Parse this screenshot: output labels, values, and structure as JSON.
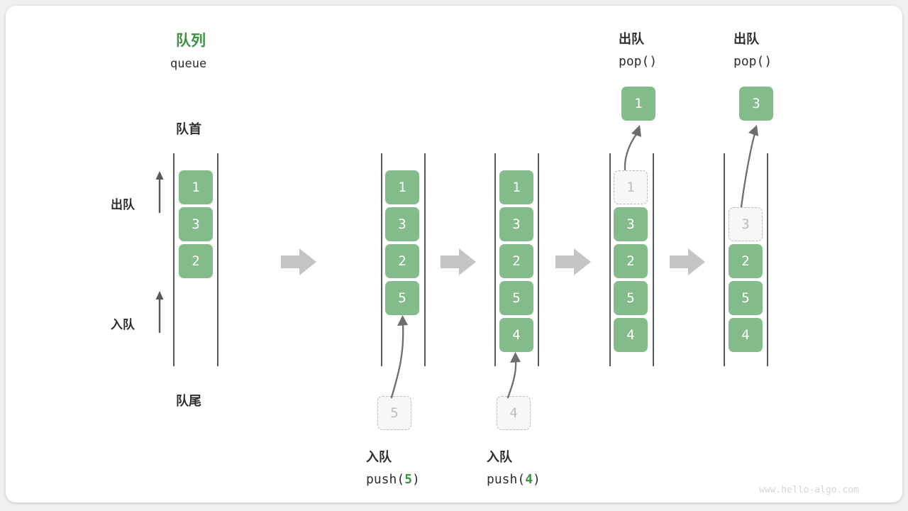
{
  "diagram": {
    "title_zh": "队列",
    "title_en": "queue",
    "front_label": "队首",
    "rear_label": "队尾",
    "dequeue_side_label": "出队",
    "enqueue_side_label": "入队",
    "watermark": "www.hello-algo.com",
    "accent_color": "#3f9142",
    "element_color": "#83bb8a",
    "ghost_color": "#f7f7f7",
    "rail_color": "#555b5a",
    "step_arrow_color": "#c4c4c4"
  },
  "panels": [
    {
      "id": "initial",
      "cells": [
        {
          "value": "1",
          "state": "filled"
        },
        {
          "value": "3",
          "state": "filled"
        },
        {
          "value": "2",
          "state": "filled"
        }
      ]
    },
    {
      "id": "push-5",
      "cells": [
        {
          "value": "1",
          "state": "filled"
        },
        {
          "value": "3",
          "state": "filled"
        },
        {
          "value": "2",
          "state": "filled"
        },
        {
          "value": "5",
          "state": "filled"
        }
      ],
      "incoming": {
        "value": "5",
        "state": "ghost"
      },
      "caption_zh": "入队",
      "caption_code_prefix": "push(",
      "caption_code_arg": "5",
      "caption_code_suffix": ")"
    },
    {
      "id": "push-4",
      "cells": [
        {
          "value": "1",
          "state": "filled"
        },
        {
          "value": "3",
          "state": "filled"
        },
        {
          "value": "2",
          "state": "filled"
        },
        {
          "value": "5",
          "state": "filled"
        },
        {
          "value": "4",
          "state": "filled"
        }
      ],
      "incoming": {
        "value": "4",
        "state": "ghost"
      },
      "caption_zh": "入队",
      "caption_code_prefix": "push(",
      "caption_code_arg": "4",
      "caption_code_suffix": ")"
    },
    {
      "id": "pop-1",
      "cells": [
        {
          "value": "1",
          "state": "ghost"
        },
        {
          "value": "3",
          "state": "filled"
        },
        {
          "value": "2",
          "state": "filled"
        },
        {
          "value": "5",
          "state": "filled"
        },
        {
          "value": "4",
          "state": "filled"
        }
      ],
      "outgoing": {
        "value": "1",
        "state": "filled"
      },
      "header_zh": "出队",
      "header_code": "pop()"
    },
    {
      "id": "pop-3",
      "cells": [
        {
          "value": "",
          "state": "empty"
        },
        {
          "value": "3",
          "state": "ghost"
        },
        {
          "value": "2",
          "state": "filled"
        },
        {
          "value": "5",
          "state": "filled"
        },
        {
          "value": "4",
          "state": "filled"
        }
      ],
      "outgoing": {
        "value": "3",
        "state": "filled"
      },
      "header_zh": "出队",
      "header_code": "pop()"
    }
  ]
}
